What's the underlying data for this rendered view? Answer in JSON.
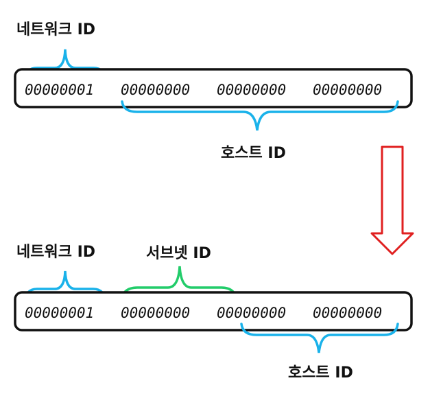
{
  "colors": {
    "network": "#1ab2ea",
    "subnet": "#22cc6a",
    "host": "#1ab2ea",
    "arrow": "#e02020",
    "box": "#111111"
  },
  "top": {
    "network_label": "네트워크 ID",
    "host_label": "호스트 ID",
    "octets": [
      "00000001",
      "00000000",
      "00000000",
      "00000000"
    ]
  },
  "bottom": {
    "network_label": "네트워크 ID",
    "subnet_label": "서브넷 ID",
    "host_label": "호스트 ID",
    "octets": [
      "00000001",
      "00000000",
      "00000000",
      "00000000"
    ]
  },
  "arrow": {
    "direction": "down",
    "icon": "down-arrow-icon"
  }
}
